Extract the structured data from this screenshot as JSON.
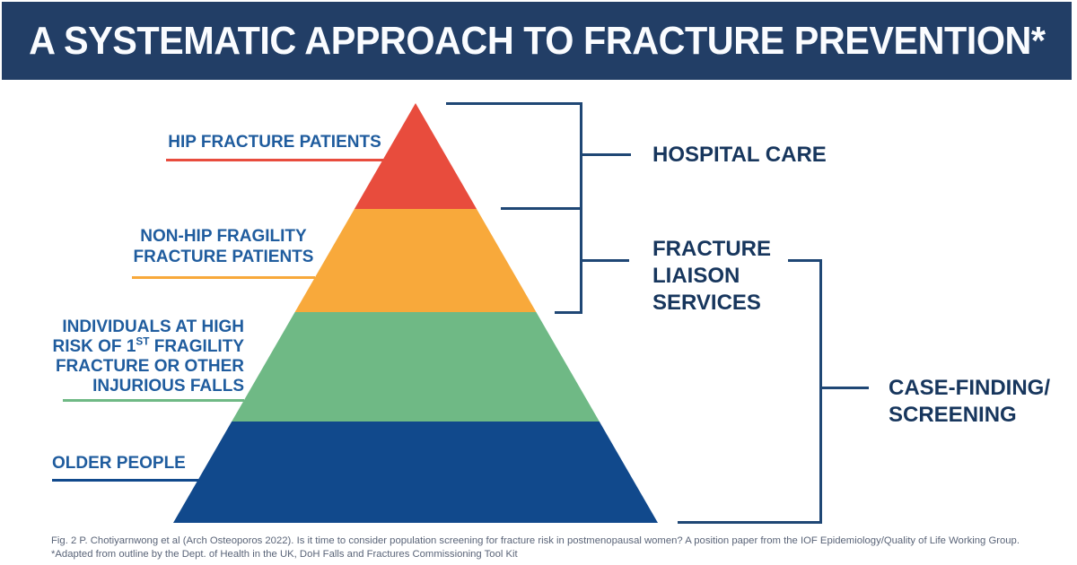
{
  "title": "A SYSTEMATIC APPROACH TO FRACTURE PREVENTION*",
  "pyramid": {
    "levels": [
      {
        "name": "hip-fracture-patients",
        "color": "#E84C3D"
      },
      {
        "name": "non-hip-fragility",
        "color": "#F8A93B"
      },
      {
        "name": "high-risk-individuals",
        "color": "#6FB985"
      },
      {
        "name": "older-people",
        "color": "#11498C"
      }
    ]
  },
  "left_labels": {
    "hip": {
      "line1": "HIP FRACTURE PATIENTS"
    },
    "nonhip": {
      "line1": "NON-HIP FRAGILITY",
      "line2": "FRACTURE PATIENTS"
    },
    "risk": {
      "line1": "INDIVIDUALS AT HIGH",
      "line2_pre": "RISK OF 1",
      "line2_sup": "ST",
      "line2_post": " FRAGILITY",
      "line3": "FRACTURE OR OTHER",
      "line4": "INJURIOUS FALLS"
    },
    "older": {
      "line1": "OLDER PEOPLE"
    }
  },
  "right_labels": {
    "hospital": {
      "line1": "HOSPITAL CARE"
    },
    "fls": {
      "line1": "FRACTURE",
      "line2": "LIAISON",
      "line3": "SERVICES"
    },
    "case": {
      "line1": "CASE-FINDING/",
      "line2": "SCREENING"
    }
  },
  "caption": {
    "line1": "Fig. 2  P. Chotiyarnwong et al (Arch Osteoporos 2022). Is it time to consider population screening for fracture risk in postmenopausal women?  A position paper from the IOF Epidemiology/Quality of Life Working Group.",
    "line2": "*Adapted from outline by the Dept. of Health in the UK, DoH Falls and Fractures Commissioning Tool Kit"
  },
  "colors": {
    "banner_bg": "#223E66",
    "title_text": "#FAFCFF",
    "left_label_text": "#1F5C9E",
    "right_label_text": "#17365D",
    "bracket_line": "#1F4775",
    "caption_text": "#5A6478",
    "level_red": "#E84C3D",
    "level_orange": "#F8A93B",
    "level_green": "#6FB985",
    "level_blue": "#11498C"
  }
}
